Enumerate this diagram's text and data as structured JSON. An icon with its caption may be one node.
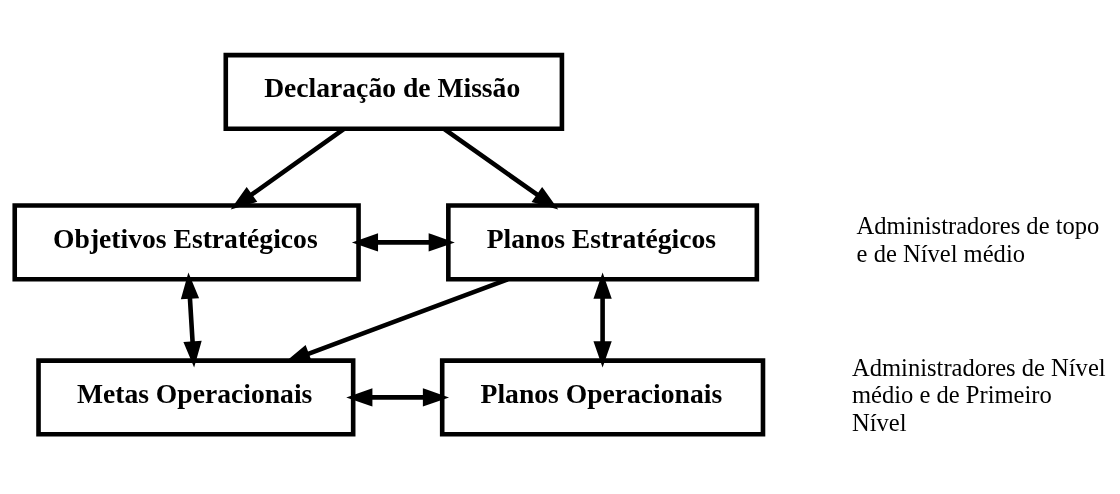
{
  "diagram": {
    "nodes": [
      {
        "text": [
          "Declaração de Missão"
        ]
      },
      {
        "text": [
          "Objetivos Estratégicos"
        ]
      },
      {
        "text": [
          "Planos Estratégicos"
        ]
      },
      {
        "text": [
          "Metas Operacionais"
        ]
      },
      {
        "text": [
          "Planos Operacionais"
        ]
      }
    ],
    "edges": [
      {
        "from": 0,
        "to": 1,
        "arrow": "to"
      },
      {
        "from": 0,
        "to": 2,
        "arrow": "to"
      },
      {
        "from": 1,
        "to": 2,
        "arrow": "both"
      },
      {
        "from": 1,
        "to": 3,
        "arrow": "both"
      },
      {
        "from": 2,
        "to": 3,
        "arrow": "to"
      },
      {
        "from": 2,
        "to": 4,
        "arrow": "both"
      },
      {
        "from": 3,
        "to": 4,
        "arrow": "both"
      }
    ],
    "labels": [
      "Administradores de topo e de Nível médio",
      "Administradores de Nível médio e de Primeiro Nível"
    ]
  }
}
